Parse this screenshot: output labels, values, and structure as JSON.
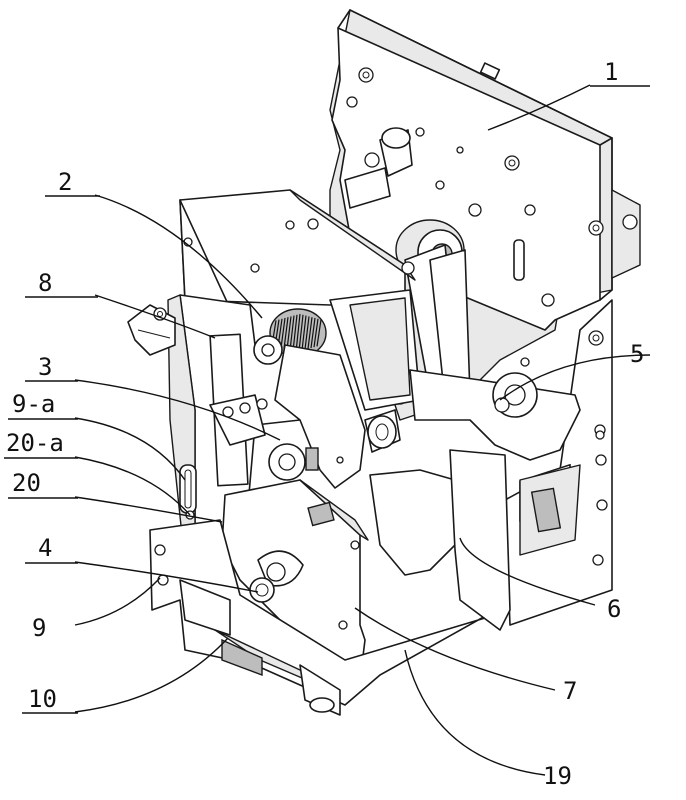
{
  "labels": {
    "l1": "1",
    "l2": "2",
    "l8": "8",
    "l3": "3",
    "l9a": "9-a",
    "l20a": "20-a",
    "l20": "20",
    "l4": "4",
    "l9": "9",
    "l10": "10",
    "l5": "5",
    "l6": "6",
    "l7": "7",
    "l19": "19"
  }
}
